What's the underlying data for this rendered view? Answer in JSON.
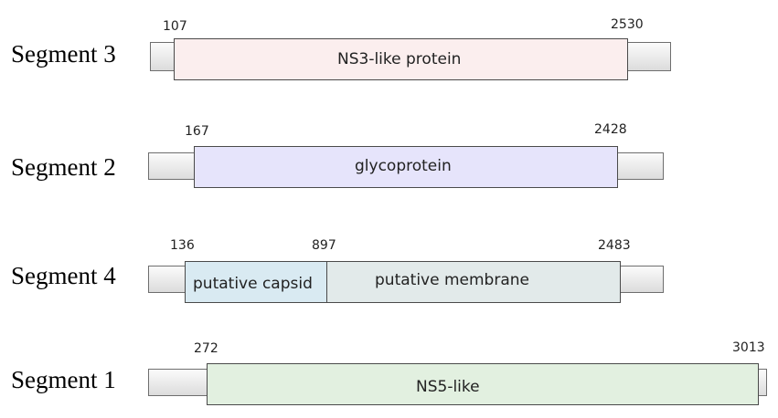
{
  "segments": [
    {
      "label": "Segment 3",
      "start": "107",
      "end": "2530",
      "regions": [
        {
          "name": "NS3-like protein",
          "color": "#fbeeee"
        }
      ]
    },
    {
      "label": "Segment 2",
      "start": "167",
      "end": "2428",
      "regions": [
        {
          "name": "glycoprotein",
          "color": "#e6e4fb"
        }
      ]
    },
    {
      "label": "Segment 4",
      "start": "136",
      "mid": "897",
      "end": "2483",
      "regions": [
        {
          "name": "putative capsid",
          "color": "#d9eaf2"
        },
        {
          "name": "putative membrane",
          "color": "#e2eaea"
        }
      ]
    },
    {
      "label": "Segment 1",
      "start": "272",
      "end": "3013",
      "regions": [
        {
          "name": "NS5-like",
          "color": "#e2f0e0"
        }
      ]
    }
  ]
}
